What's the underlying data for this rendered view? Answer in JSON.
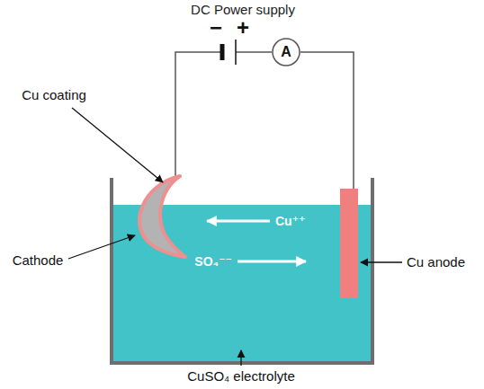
{
  "diagram": {
    "nodes": [
      {
        "text": [
          "A"
        ]
      }
    ],
    "labels": [
      "DC Power supply",
      "−",
      "+",
      "Cu coating",
      "Cathode",
      "Cu⁺⁺",
      "SO₄⁻⁻",
      "Cu anode",
      "CuSO₄ electrolyte"
    ]
  }
}
